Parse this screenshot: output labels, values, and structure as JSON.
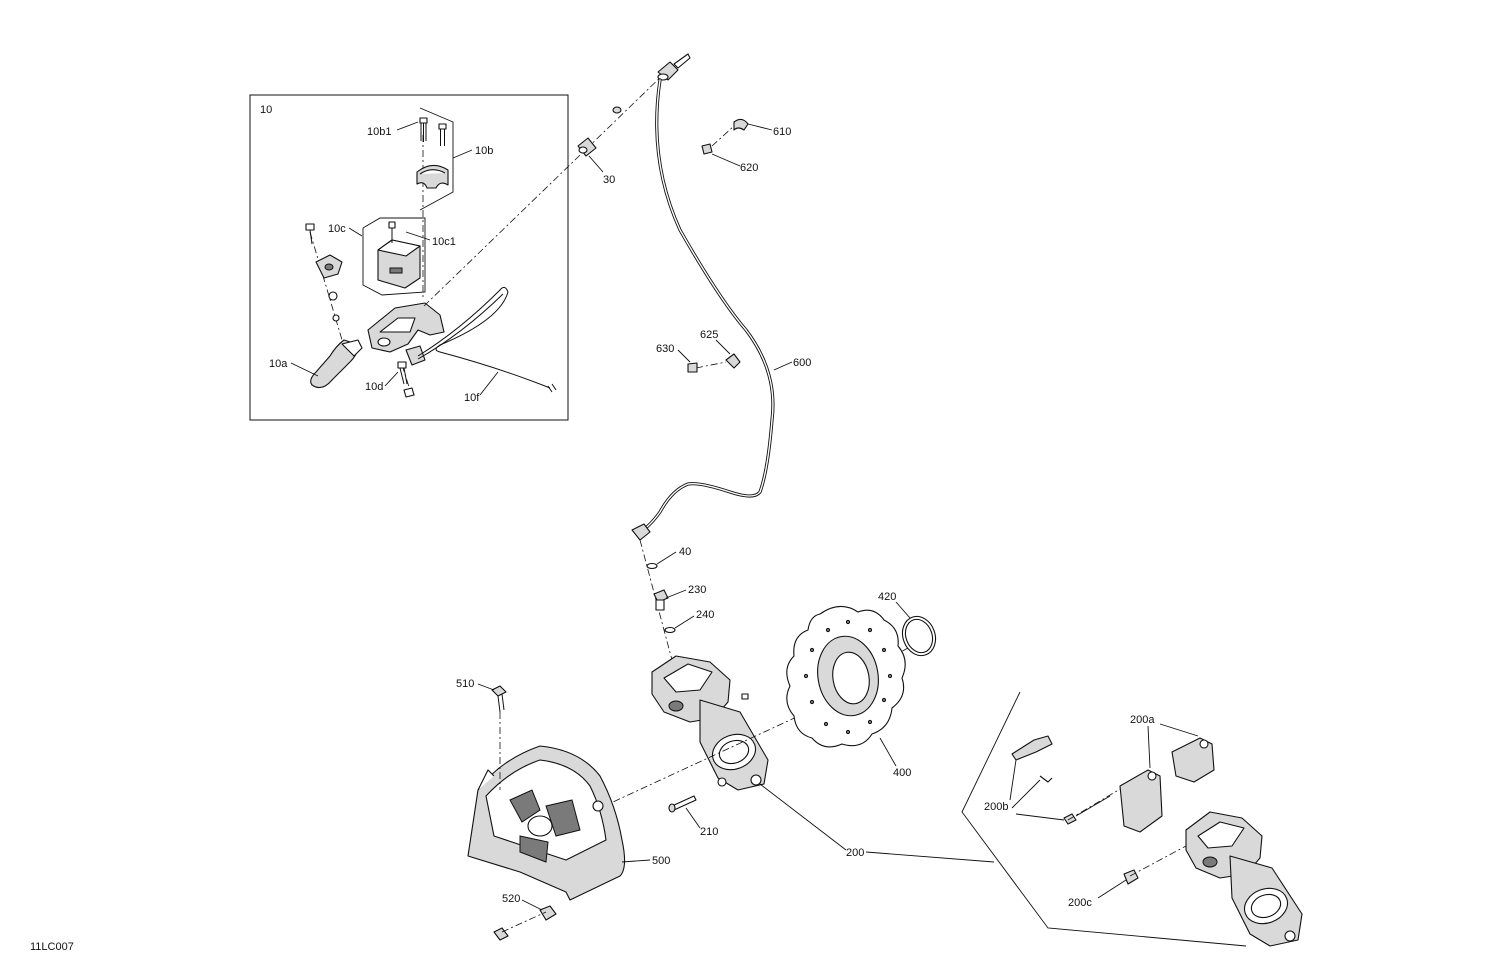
{
  "drawing_code": "11LC007",
  "labels": {
    "l10": "10",
    "l10b1": "10b1",
    "l10b": "10b",
    "l10c": "10c",
    "l10c1": "10c1",
    "l10a": "10a",
    "l10d": "10d",
    "l10f": "10f",
    "l30": "30",
    "l610": "610",
    "l620": "620",
    "l630": "630",
    "l625": "625",
    "l600": "600",
    "l40": "40",
    "l230": "230",
    "l240": "240",
    "l420": "420",
    "l510": "510",
    "l400": "400",
    "l200a": "200a",
    "l200b": "200b",
    "l210": "210",
    "l200": "200",
    "l500": "500",
    "l520": "520",
    "l200c": "200c"
  }
}
